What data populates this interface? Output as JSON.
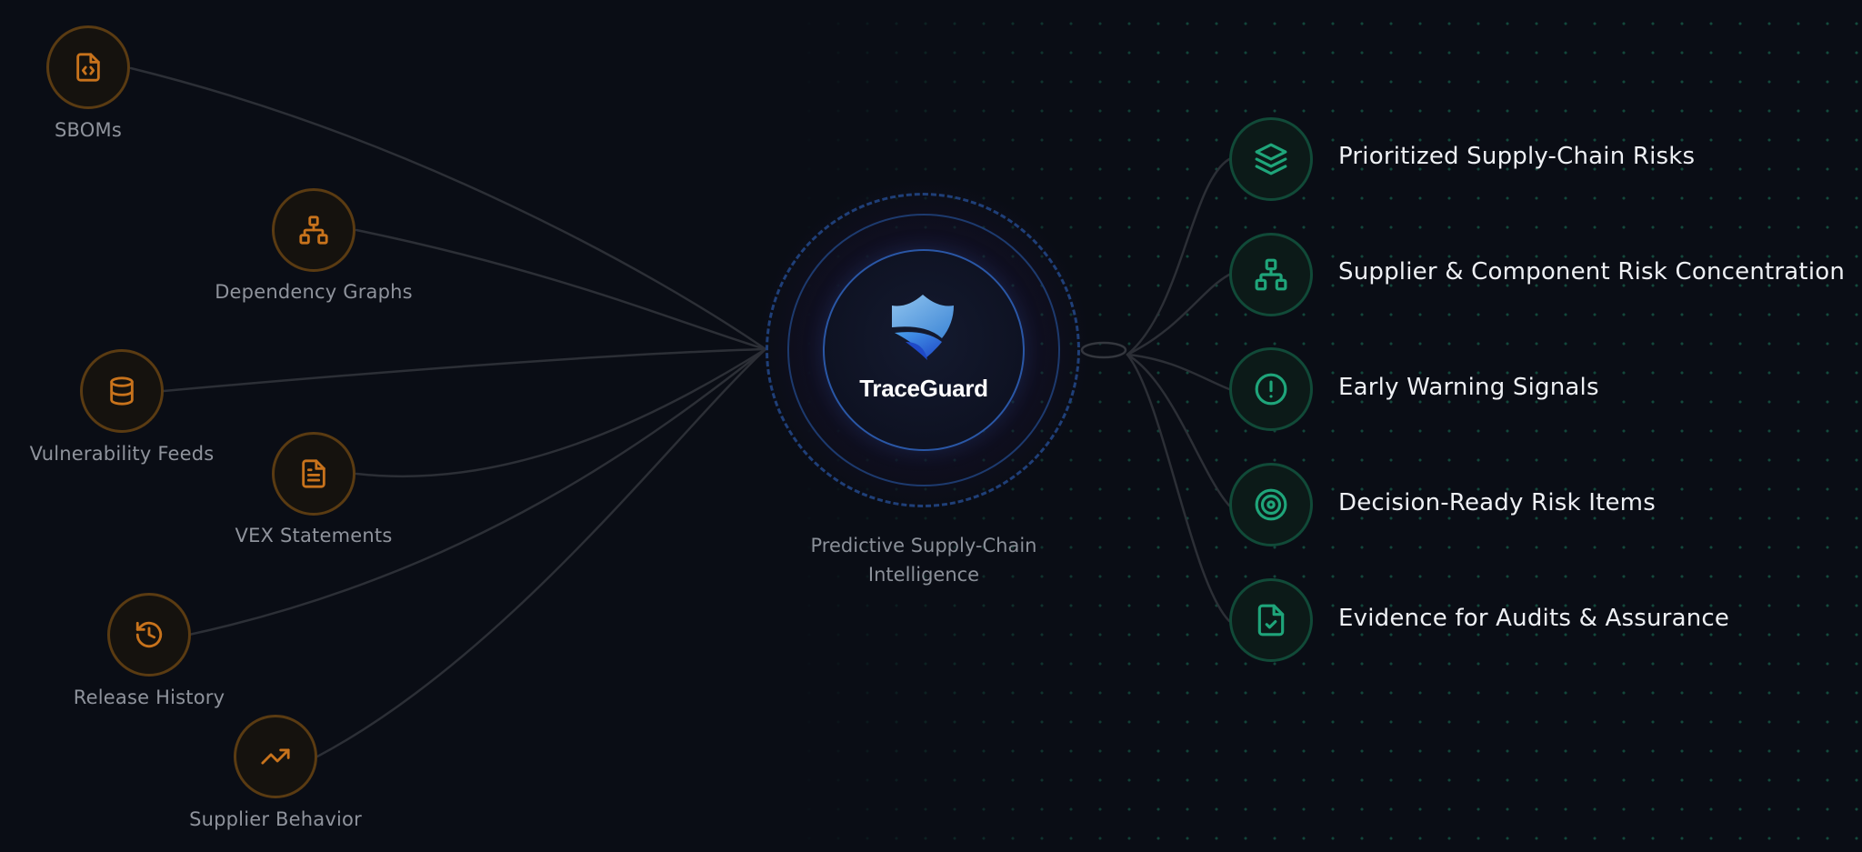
{
  "hub": {
    "name": "TraceGuard",
    "tagline_line1": "Predictive Supply-Chain",
    "tagline_line2": "Intelligence"
  },
  "inputs": [
    {
      "label": "SBOMs",
      "icon": "file-code-icon"
    },
    {
      "label": "Dependency Graphs",
      "icon": "network-icon"
    },
    {
      "label": "Vulnerability Feeds",
      "icon": "database-icon"
    },
    {
      "label": "VEX Statements",
      "icon": "file-text-icon"
    },
    {
      "label": "Release History",
      "icon": "history-icon"
    },
    {
      "label": "Supplier Behavior",
      "icon": "trending-up-icon"
    }
  ],
  "outputs": [
    {
      "label": "Prioritized Supply-Chain Risks",
      "icon": "layers-icon"
    },
    {
      "label": "Supplier & Component Risk Concentration",
      "icon": "network-icon"
    },
    {
      "label": "Early Warning Signals",
      "icon": "alert-circle-icon"
    },
    {
      "label": "Decision-Ready Risk Items",
      "icon": "target-icon"
    },
    {
      "label": "Evidence for Audits & Assurance",
      "icon": "file-check-icon"
    }
  ],
  "colors": {
    "background": "#0a0d15",
    "input_accent": "#c8731c",
    "output_accent": "#1fa57a",
    "hub_ring": "#2a57a6"
  }
}
